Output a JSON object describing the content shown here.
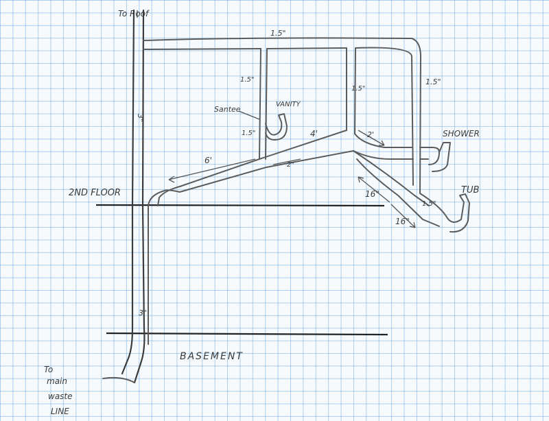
{
  "labels": {
    "to_roof": "To Roof",
    "second_floor": "2ND FLOOR",
    "basement": "BASEMENT",
    "to_main_1": "To",
    "to_main_2": "main",
    "to_main_3": "waste",
    "to_main_4": "LINE",
    "sanitee": "Santee",
    "vanity": "VANITY",
    "shower": "SHOWER",
    "tub": "TUB"
  },
  "dimensions": {
    "top_horizontal": "1.5\"",
    "left_riser": "1.5\"",
    "mid_riser": "1.5\"",
    "right_riser": "1.5\"",
    "vanity_trap": "1.5\"",
    "main_stack_upper": "3\"",
    "main_stack_lower": "3\"",
    "drain_6ft": "6'",
    "drain_4ft": "4'",
    "drain_2in": "2\"",
    "drain_2ft": "2'",
    "tub_branch": "1.5\"",
    "tub_16a": "16\"",
    "tub_16b": "16\""
  },
  "colors": {
    "pencil": "#3a3a3a",
    "grid": "#6eaae1",
    "paper": "#f7fafc"
  }
}
